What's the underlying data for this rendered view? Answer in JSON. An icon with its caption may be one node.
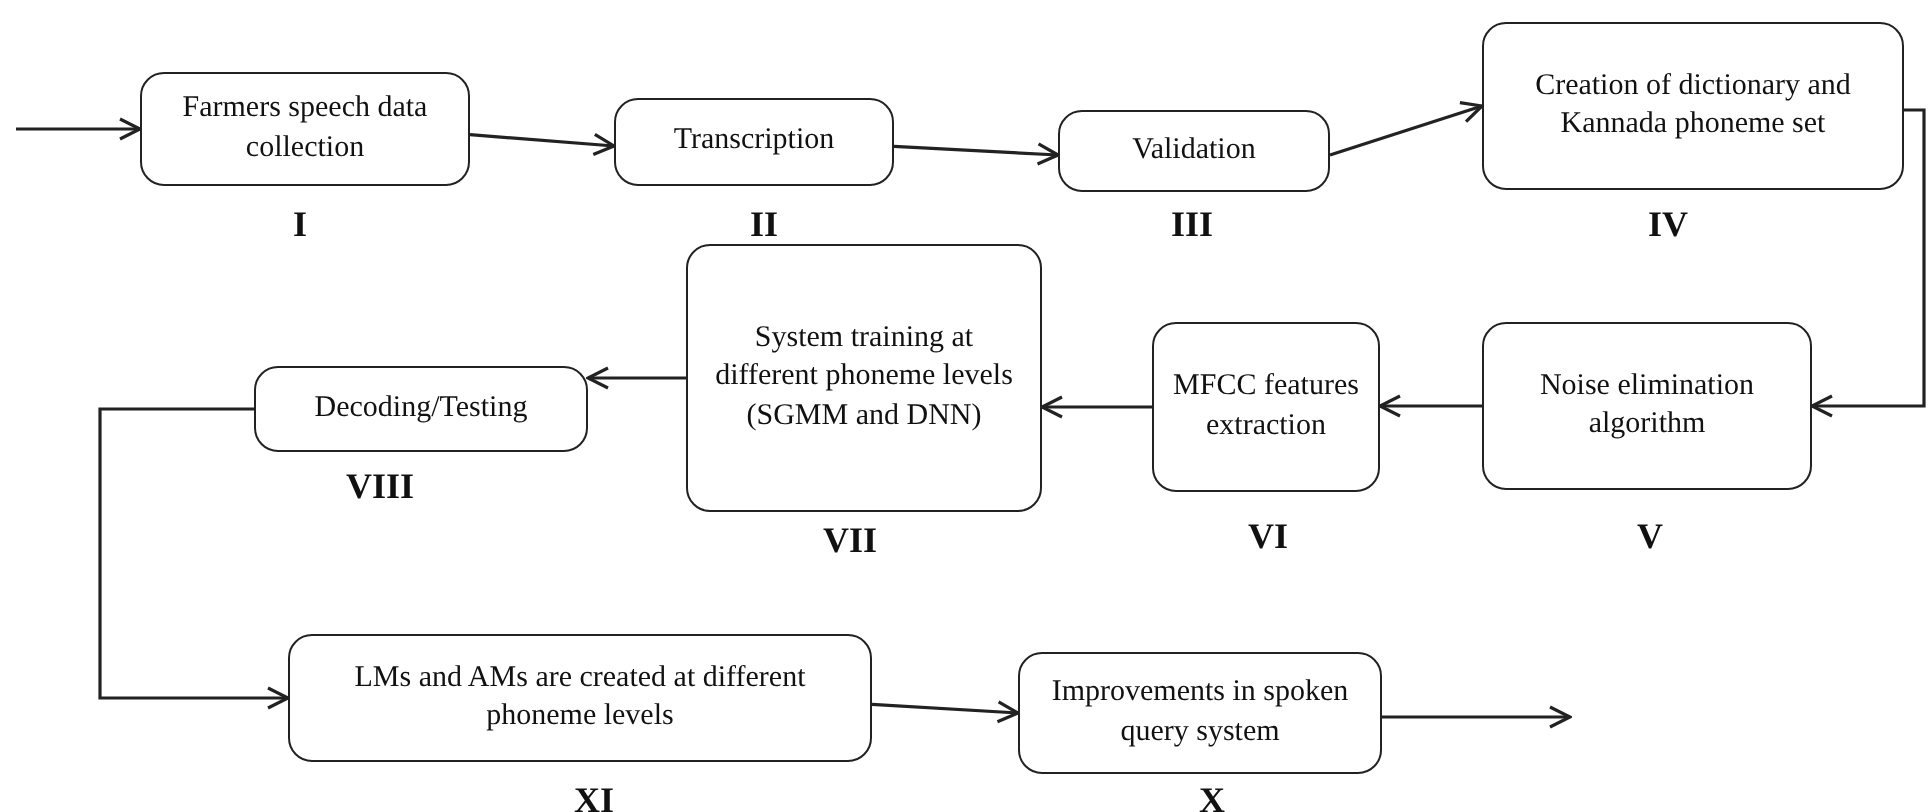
{
  "diagram": {
    "nodes": [
      {
        "text": [
          "Farmers speech data collection"
        ],
        "beside": [
          "I"
        ]
      },
      {
        "text": [
          "Transcription"
        ],
        "beside": [
          "II"
        ]
      },
      {
        "text": [
          "Validation"
        ],
        "beside": [
          "III"
        ]
      },
      {
        "text": [
          "Creation of dictionary and Kannada phoneme set"
        ],
        "beside": [
          "IV"
        ]
      },
      {
        "text": [
          "Noise elimination algorithm"
        ],
        "beside": [
          "V"
        ]
      },
      {
        "text": [
          "MFCC features extraction"
        ],
        "beside": [
          "VI"
        ]
      },
      {
        "text": [
          "System training at different phoneme levels (SGMM and DNN)"
        ],
        "beside": [
          "VII"
        ]
      },
      {
        "text": [
          "Decoding/Testing"
        ],
        "beside": [
          "VIII"
        ]
      },
      {
        "text": [
          "LMs and AMs are created at different phoneme levels"
        ],
        "beside": [
          "XI"
        ]
      },
      {
        "text": [
          "Improvements in spoken query system"
        ],
        "beside": [
          "X"
        ]
      }
    ],
    "edges": [
      {
        "from": null,
        "to": 0,
        "arrow": "to"
      },
      {
        "from": 0,
        "to": 1,
        "arrow": "to"
      },
      {
        "from": 1,
        "to": 2,
        "arrow": "to"
      },
      {
        "from": 2,
        "to": 3,
        "arrow": "to"
      },
      {
        "from": 3,
        "to": 4,
        "arrow": "to"
      },
      {
        "from": 4,
        "to": 5,
        "arrow": "to"
      },
      {
        "from": 5,
        "to": 6,
        "arrow": "to"
      },
      {
        "from": 6,
        "to": 7,
        "arrow": "to"
      },
      {
        "from": 7,
        "to": 8,
        "arrow": "to"
      },
      {
        "from": 8,
        "to": 9,
        "arrow": "to"
      },
      {
        "from": 9,
        "to": null,
        "arrow": "to"
      }
    ]
  }
}
